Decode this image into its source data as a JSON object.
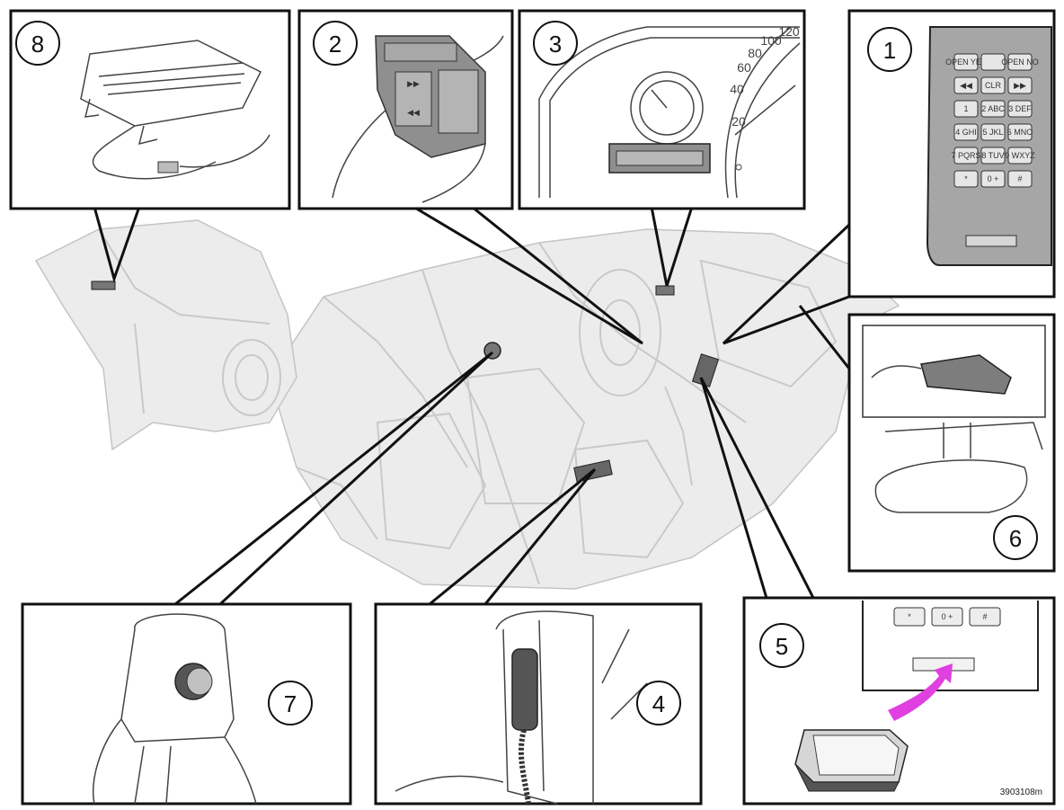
{
  "callouts": [
    {
      "id": "1",
      "label": "1"
    },
    {
      "id": "2",
      "label": "2"
    },
    {
      "id": "3",
      "label": "3"
    },
    {
      "id": "4",
      "label": "4"
    },
    {
      "id": "5",
      "label": "5"
    },
    {
      "id": "6",
      "label": "6"
    },
    {
      "id": "7",
      "label": "7"
    },
    {
      "id": "8",
      "label": "8"
    }
  ],
  "panel1_keypad": {
    "top_row": [
      "OPEN YES",
      "",
      "OPEN NO"
    ],
    "nav_row": [
      "◀◀",
      "CLR",
      "▶▶"
    ],
    "digits": [
      [
        "1",
        "2 ABC",
        "3 DEF"
      ],
      [
        "4 GHI",
        "5 JKL",
        "6 MNO"
      ],
      [
        "7 PQRS",
        "8 TUV",
        "9 WXYZ"
      ],
      [
        "*",
        "0 +",
        "#"
      ]
    ]
  },
  "panel3_speedometer": {
    "ticks": [
      "20",
      "40",
      "60",
      "80",
      "100",
      "120"
    ]
  },
  "panel5_keys": [
    "*",
    "0 +",
    "#"
  ],
  "reference_code": "3903108m",
  "colors": {
    "insert_arrow": "#e040e0",
    "frame": "#111111",
    "ghost_car": "#c9c9c9"
  }
}
